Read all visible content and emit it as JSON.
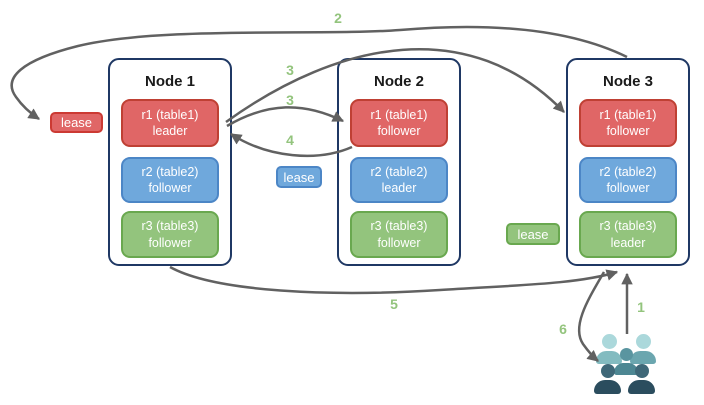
{
  "nodes": [
    {
      "title": "Node 1",
      "replicas": [
        {
          "range": "r1 (table1)",
          "role": "leader",
          "table_color": "red"
        },
        {
          "range": "r2 (table2)",
          "role": "follower",
          "table_color": "blue"
        },
        {
          "range": "r3 (table3)",
          "role": "follower",
          "table_color": "green"
        }
      ]
    },
    {
      "title": "Node 2",
      "replicas": [
        {
          "range": "r1 (table1)",
          "role": "follower",
          "table_color": "red"
        },
        {
          "range": "r2 (table2)",
          "role": "leader",
          "table_color": "blue"
        },
        {
          "range": "r3 (table3)",
          "role": "follower",
          "table_color": "green"
        }
      ]
    },
    {
      "title": "Node 3",
      "replicas": [
        {
          "range": "r1 (table1)",
          "role": "follower",
          "table_color": "red"
        },
        {
          "range": "r2 (table2)",
          "role": "follower",
          "table_color": "blue"
        },
        {
          "range": "r3 (table3)",
          "role": "leader",
          "table_color": "green"
        }
      ]
    }
  ],
  "leases": [
    {
      "label": "lease",
      "color": "#e06666",
      "near": "Node 1 r1 leader"
    },
    {
      "label": "lease",
      "color": "#6fa8dc",
      "near": "Node 2 r2 leader"
    },
    {
      "label": "lease",
      "color": "#93c47d",
      "near": "Node 3 r3 leader"
    }
  ],
  "arrow_labels": [
    {
      "text": "1"
    },
    {
      "text": "2"
    },
    {
      "text": "3"
    },
    {
      "text": "3"
    },
    {
      "text": "4"
    },
    {
      "text": "5"
    },
    {
      "text": "6"
    }
  ],
  "icons": {
    "users_group": "users-icon"
  },
  "colors": {
    "red_fill": "#e06666",
    "red_border": "#bf4034",
    "blue_fill": "#6fa8dc",
    "blue_border": "#4c86c6",
    "green_fill": "#93c47d",
    "green_border": "#69a84f",
    "node_border": "#1f3864",
    "arrow_gray": "#616161",
    "number_green": "#93c47d",
    "people_light": "#abd8db",
    "people_mid": "#4d8793",
    "people_dark": "#2b4d5e"
  }
}
